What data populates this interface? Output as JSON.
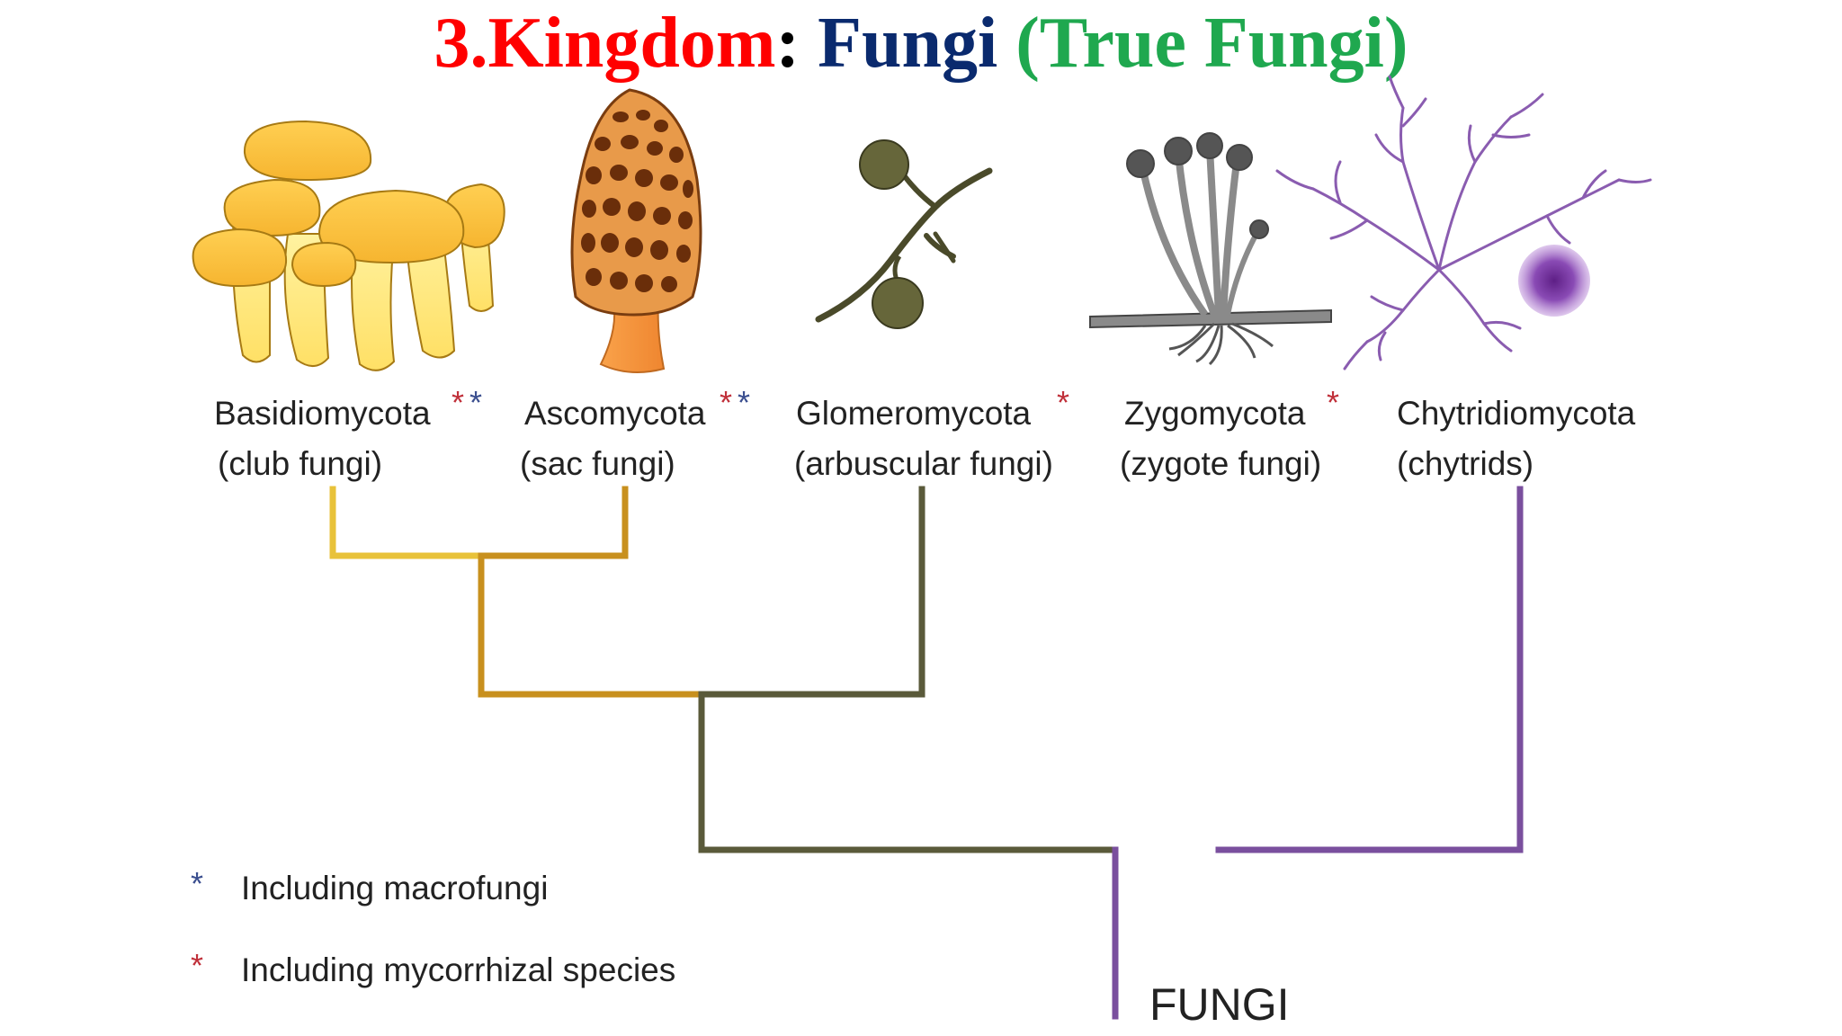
{
  "title": {
    "prefix": "3.Kingdom",
    "separator": ":",
    "main": "Fungi",
    "sub": "(True Fungi)"
  },
  "colors": {
    "title_red": "#ff0000",
    "title_navy": "#0a2a6e",
    "title_green": "#1fa84f",
    "star_blue": "#3b4f8f",
    "star_red": "#c0303a",
    "basidio_branch": "#e8c23a",
    "asco_branch": "#c8901e",
    "glomero_branch": "#5a5a3a",
    "zygo_branch": "#5a5a5a",
    "chytrid_branch": "#7a4f9e"
  },
  "groups": [
    {
      "name": "Basidiomycota",
      "common": "(club fungi)",
      "stars": "**",
      "star_colors": [
        "star_red",
        "star_blue"
      ],
      "icon": "mushroom-cluster-icon"
    },
    {
      "name": "Ascomycota",
      "common": "(sac fungi)",
      "stars": "**",
      "star_colors": [
        "star_red",
        "star_blue"
      ],
      "icon": "morel-icon"
    },
    {
      "name": "Glomeromycota",
      "common": "(arbuscular fungi)",
      "stars": "*",
      "star_colors": [
        "star_red"
      ],
      "icon": "arbuscular-hypha-icon"
    },
    {
      "name": "Zygomycota",
      "common": "(zygote fungi)",
      "stars": "*",
      "star_colors": [
        "star_red"
      ],
      "icon": "bread-mold-icon"
    },
    {
      "name": "Chytridiomycota",
      "common": "(chytrids)",
      "stars": "",
      "star_colors": [],
      "icon": "chytrid-icon"
    }
  ],
  "legend": [
    {
      "star": "*",
      "color": "star_blue",
      "text": "Including macrofungi"
    },
    {
      "star": "*",
      "color": "star_red",
      "text": "Including mycorrhizal species"
    }
  ],
  "root_label": "FUNGI"
}
